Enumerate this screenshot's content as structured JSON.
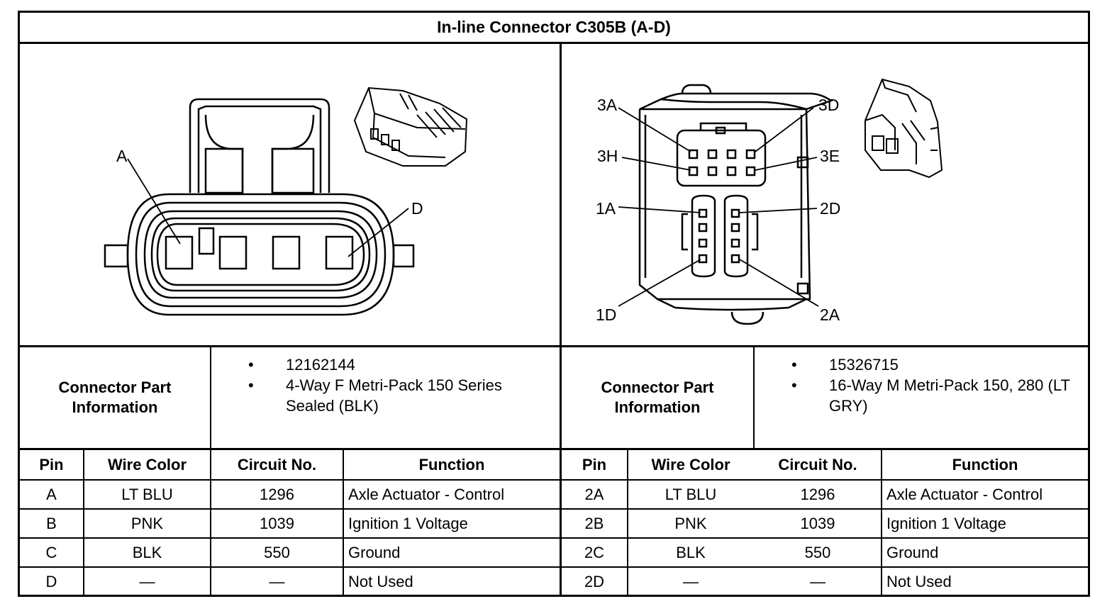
{
  "title": "In-line Connector C305B (A-D)",
  "left_connector": {
    "pin_labels": {
      "a": "A",
      "d": "D"
    },
    "part_info_label": "Connector Part Information",
    "part_info": [
      "12162144",
      "4-Way F Metri-Pack 150 Series Sealed (BLK)"
    ],
    "headers": {
      "pin": "Pin",
      "wire_color": "Wire Color",
      "circuit": "Circuit No.",
      "function": "Function"
    },
    "rows": [
      {
        "pin": "A",
        "wire_color": "LT BLU",
        "circuit": "1296",
        "function": "Axle Actuator - Control"
      },
      {
        "pin": "B",
        "wire_color": "PNK",
        "circuit": "1039",
        "function": "Ignition 1 Voltage"
      },
      {
        "pin": "C",
        "wire_color": "BLK",
        "circuit": "550",
        "function": "Ground"
      },
      {
        "pin": "D",
        "wire_color": "—",
        "circuit": "—",
        "function": "Not Used"
      }
    ]
  },
  "right_connector": {
    "pin_labels": {
      "3a": "3A",
      "3d": "3D",
      "3h": "3H",
      "3e": "3E",
      "1a": "1A",
      "2d": "2D",
      "1d": "1D",
      "2a": "2A"
    },
    "part_info_label": "Connector Part Information",
    "part_info": [
      "15326715",
      "16-Way M Metri-Pack 150, 280 (LT GRY)"
    ],
    "headers": {
      "pin": "Pin",
      "wire_color": "Wire Color",
      "circuit": "Circuit No.",
      "function": "Function"
    },
    "rows": [
      {
        "pin": "2A",
        "wire_color": "LT BLU",
        "circuit": "1296",
        "function": "Axle Actuator - Control"
      },
      {
        "pin": "2B",
        "wire_color": "PNK",
        "circuit": "1039",
        "function": "Ignition 1 Voltage"
      },
      {
        "pin": "2C",
        "wire_color": "BLK",
        "circuit": "550",
        "function": "Ground"
      },
      {
        "pin": "2D",
        "wire_color": "—",
        "circuit": "—",
        "function": "Not Used"
      }
    ]
  },
  "bullet_glyph": "•"
}
